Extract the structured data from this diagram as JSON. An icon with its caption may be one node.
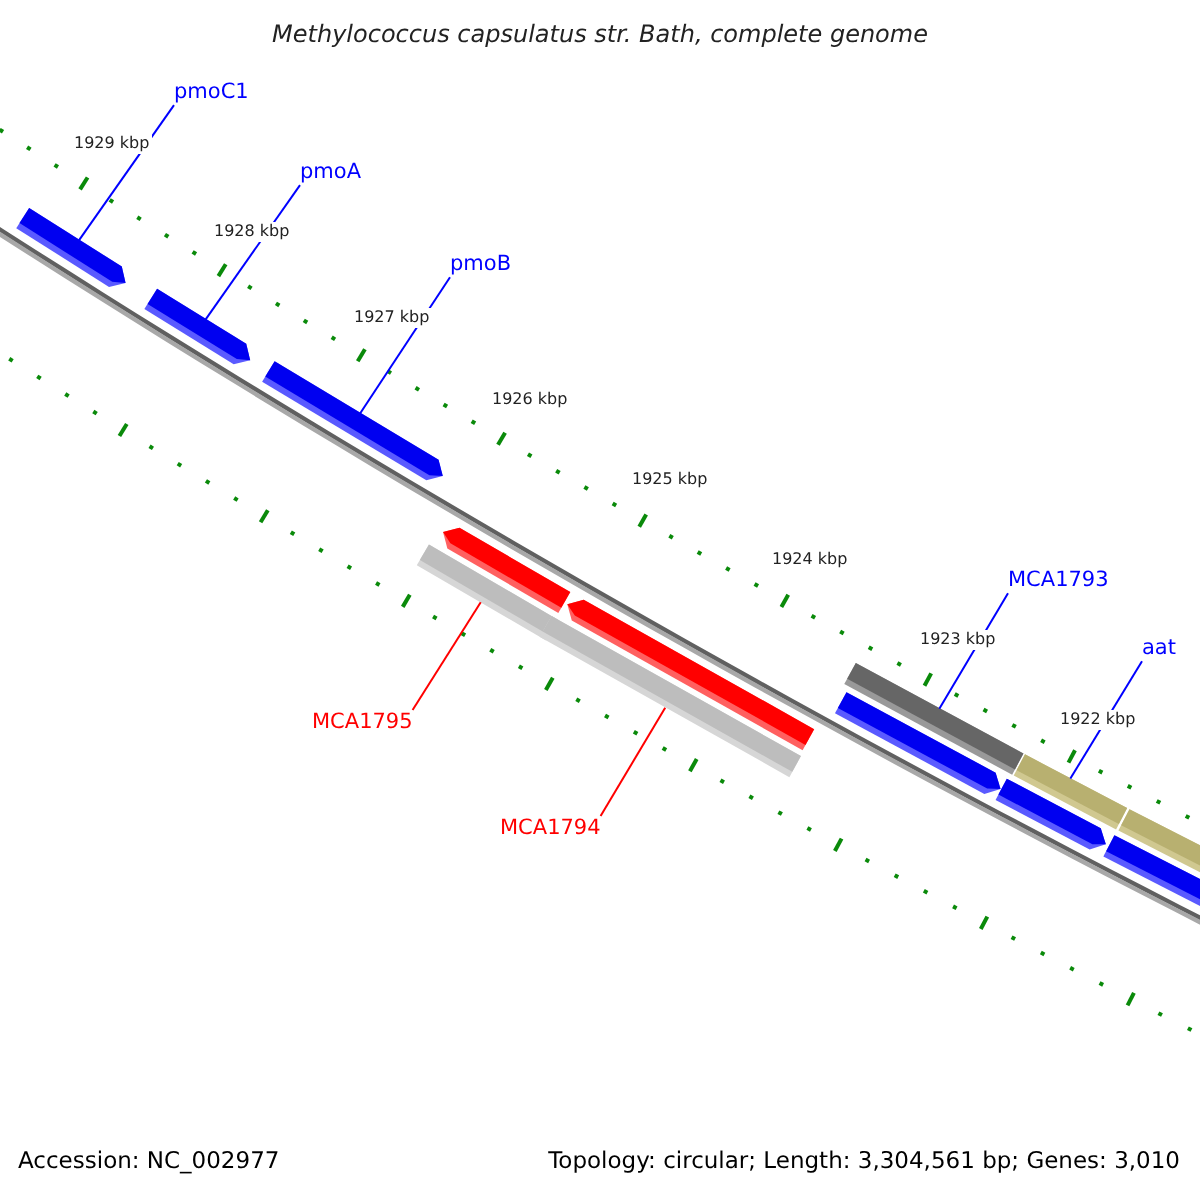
{
  "diagram": {
    "title": "Methylococcus capsulatus str. Bath, complete genome",
    "nodes": [
      {
        "text": [
          "pmoC1"
        ]
      },
      {
        "text": [
          "pmoA"
        ]
      },
      {
        "text": [
          "pmoB"
        ]
      },
      {
        "text": [
          "MCA1793"
        ]
      },
      {
        "text": [
          "aat"
        ]
      },
      {
        "text": [
          "MCA1795"
        ]
      },
      {
        "text": [
          "MCA1794"
        ]
      },
      {
        "text": [],
        "shape": "bar"
      },
      {
        "text": [],
        "shape": "bar"
      },
      {
        "text": [],
        "shape": "bar"
      },
      {
        "text": [],
        "shape": "bar"
      },
      {
        "text": [],
        "shape": "bar"
      },
      {
        "text": [],
        "shape": "bar"
      },
      {
        "text": [],
        "shape": "bar"
      }
    ],
    "edges": [
      {
        "from": 0,
        "to": 7,
        "arrow": "none"
      },
      {
        "from": 1,
        "to": 8,
        "arrow": "none"
      },
      {
        "from": 2,
        "to": 9,
        "arrow": "none"
      },
      {
        "from": 3,
        "to": 10,
        "arrow": "none"
      },
      {
        "from": 4,
        "to": 11,
        "arrow": "none"
      },
      {
        "from": 5,
        "to": 12,
        "arrow": "none",
        "color": "#ff0000"
      },
      {
        "from": 6,
        "to": 13,
        "arrow": "none",
        "color": "#ff0000"
      }
    ],
    "labels": [
      "1929 kbp",
      "1928 kbp",
      "1927 kbp",
      "1926 kbp",
      "1925 kbp",
      "1924 kbp",
      "1923 kbp",
      "1922 kbp",
      "Accession: NC_002977",
      "Topology: circular; Length: 3,304,561 bp; Genes: 3,010"
    ]
  }
}
